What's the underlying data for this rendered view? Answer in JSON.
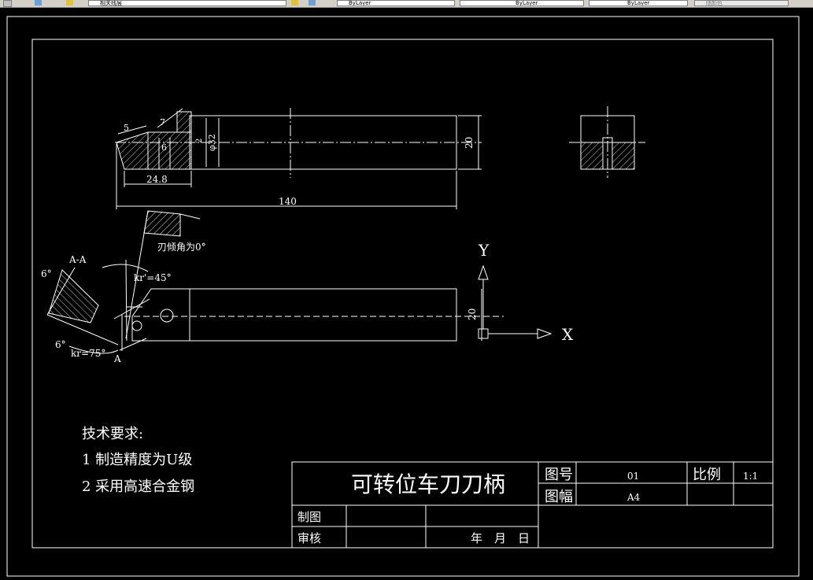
{
  "toolbar": {
    "layer_dropdown": "相关线层",
    "color_dropdown": "ByLayer",
    "linetype_dropdown": "ByLayer",
    "lineweight_dropdown": "ByLayer",
    "plotstyle_dropdown": "随颜色"
  },
  "drawing": {
    "title": "可转位车刀刀柄",
    "tech_requirements": {
      "heading": "技术要求:",
      "items": [
        "1 制造精度为U级",
        "2 采用高速合金钢"
      ]
    },
    "title_block": {
      "drawing_no_label": "图号",
      "drawing_no_value": "01",
      "scale_label": "比例",
      "scale_value": "1:1",
      "sheet_label": "图幅",
      "sheet_value": "A4",
      "drawn_label": "制图",
      "checked_label": "审核",
      "date_label": "年　月　日"
    },
    "dimensions": {
      "length": "140",
      "width": "24.8",
      "height": "20",
      "diameter": "φ32",
      "small_5": "5",
      "small_7": "7",
      "small_2": "2",
      "small_6": "6",
      "plan_height": "20"
    },
    "annotations": {
      "inclination": "刃倾角为0°",
      "section": "A-A",
      "angle_6_top": "6°",
      "angle_6_bottom": "6°",
      "kr45": "kr'=45°",
      "kr75": "kr=75°",
      "section_mark": "A"
    },
    "axes": {
      "x": "X",
      "y": "Y"
    }
  },
  "colors": {
    "background": "#000000",
    "lines": "#ffffff",
    "toolbar": "#d4d0c8"
  }
}
